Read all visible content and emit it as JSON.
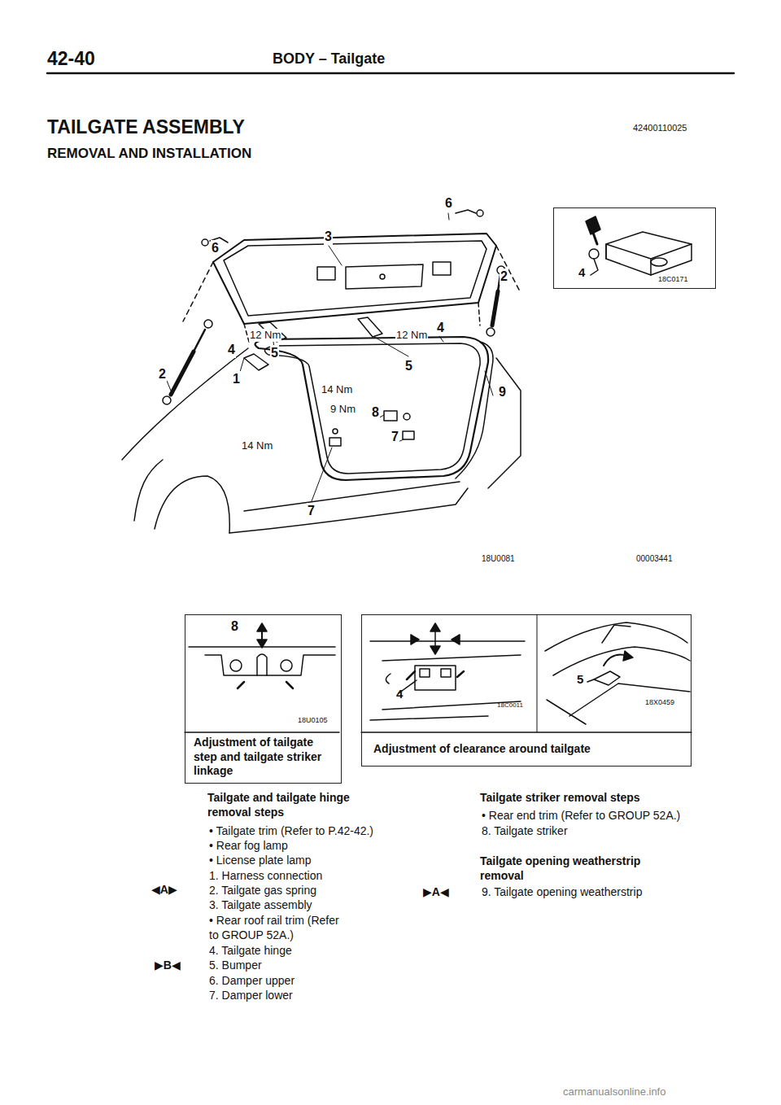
{
  "diagram": {
    "title": "TAILGATE ASSEMBLY",
    "nodes": [
      {
        "text": [
          "4",
          "18C0171"
        ]
      },
      {
        "text": [
          "8",
          "18U0105",
          "Adjustment of tailgate step and tailgate striker linkage"
        ]
      },
      {
        "text": [
          "4",
          "18C0011",
          "5",
          "18X0459",
          "Adjustment of clearance around tailgate"
        ]
      }
    ],
    "labels": [
      "42-40",
      "BODY – Tailgate",
      "REMOVAL AND INSTALLATION",
      "42400110025",
      "6",
      "3",
      "6",
      "2",
      "4",
      "12 Nm",
      "12 Nm",
      "4",
      "5",
      "5",
      "2",
      "1",
      "14 Nm",
      "9",
      "9 Nm",
      "8",
      "14 Nm",
      "7",
      "7",
      "18U0081",
      "00003441",
      "Tailgate and tailgate hinge removal steps",
      "• Tailgate trim (Refer to P.42-42.)",
      "• Rear fog lamp",
      "• License plate lamp",
      "1. Harness connection",
      "◀A▶",
      "2. Tailgate gas spring",
      "3. Tailgate assembly",
      "• Rear roof rail trim (Refer to GROUP 52A.)",
      "4. Tailgate hinge",
      "▶B◀",
      "5. Bumper",
      "6. Damper upper",
      "7. Damper lower",
      "Tailgate striker removal steps",
      "• Rear end trim (Refer to GROUP 52A.)",
      "8. Tailgate striker",
      "Tailgate opening weatherstrip removal",
      "▶A◀",
      "9. Tailgate opening weatherstrip",
      "carmanualsonline.info"
    ]
  }
}
